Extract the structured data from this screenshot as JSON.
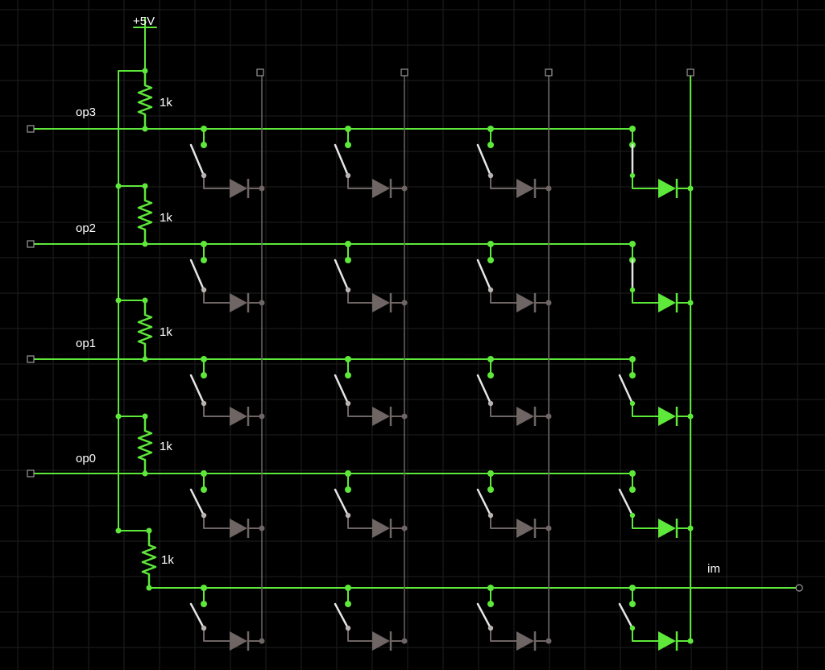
{
  "circuit": {
    "supply_label": "+5V",
    "inputs": [
      "op3",
      "op2",
      "op1",
      "op0"
    ],
    "output_label": "im",
    "resistors": [
      "1k",
      "1k",
      "1k",
      "1k",
      "1k"
    ],
    "active_column": 4,
    "switch_rows": 5,
    "switch_columns": 4,
    "switch_closed": [
      [
        false,
        false,
        false,
        true
      ],
      [
        false,
        false,
        false,
        true
      ],
      [
        false,
        false,
        false,
        false
      ],
      [
        false,
        false,
        false,
        false
      ],
      [
        false,
        false,
        false,
        false
      ]
    ],
    "colors": {
      "background": "#000000",
      "grid": "#1f1f1f",
      "active": "#5de83a",
      "inactive": "#6e6564",
      "text": "#ffffff"
    }
  }
}
